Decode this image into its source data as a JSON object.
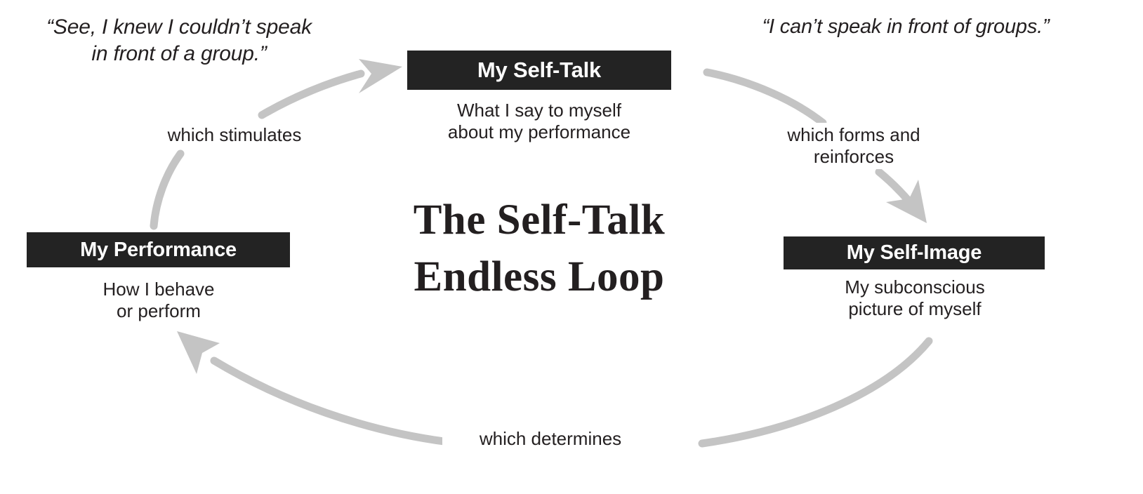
{
  "title": "The Self-Talk Endless Loop",
  "center_title_lines": [
    "The Self-Talk",
    "Endless Loop"
  ],
  "colors": {
    "box_fill": "#232323",
    "box_text": "#ffffff",
    "body_text": "#231f20",
    "arrow": "#c4c4c4",
    "background": "#ffffff"
  },
  "nodes": [
    {
      "id": "self-talk",
      "label": "My Self-Talk",
      "caption_lines": [
        "What I say to myself",
        "about my performance"
      ]
    },
    {
      "id": "self-image",
      "label": "My Self-Image",
      "caption_lines": [
        "My subconscious",
        "picture of myself"
      ]
    },
    {
      "id": "performance",
      "label": "My Performance",
      "caption_lines": [
        "How I behave",
        "or perform"
      ]
    }
  ],
  "quotes": [
    {
      "id": "quote-left",
      "lines": [
        "“See, I knew I couldn’t speak",
        "in front of a group.”"
      ]
    },
    {
      "id": "quote-right",
      "lines": [
        "“I can’t speak in front of groups.”"
      ]
    }
  ],
  "connectors": [
    {
      "id": "stimulates",
      "from": "performance",
      "to": "self-talk",
      "lines": [
        "which stimulates"
      ]
    },
    {
      "id": "forms-reinforces",
      "from": "self-talk",
      "to": "self-image",
      "lines": [
        "which forms and",
        "reinforces"
      ]
    },
    {
      "id": "determines",
      "from": "self-image",
      "to": "performance",
      "lines": [
        "which determines"
      ]
    }
  ]
}
